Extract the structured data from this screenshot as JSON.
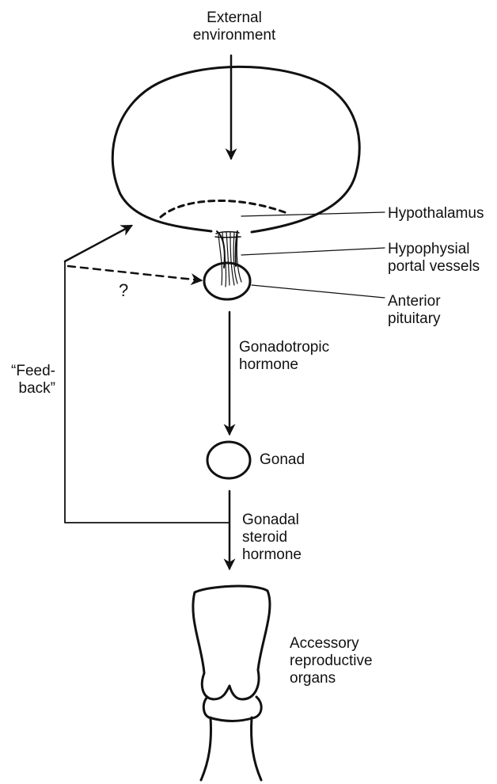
{
  "labels": {
    "external": "External\nenvironment",
    "hypothalamus": "Hypothalamus",
    "portal": "Hypophysial\nportal vessels",
    "pituitary": "Anterior\npituitary",
    "question": "?",
    "feedback": "“Feed-\nback”",
    "gonadotropic": "Gonadotropic\nhormone",
    "gonad": "Gonad",
    "steroid": "Gonadal\nsteroid\nhormone",
    "accessory": "Accessory\nreproductive\norgans"
  },
  "colors": {
    "ink": "#111111",
    "background": "#ffffff"
  }
}
